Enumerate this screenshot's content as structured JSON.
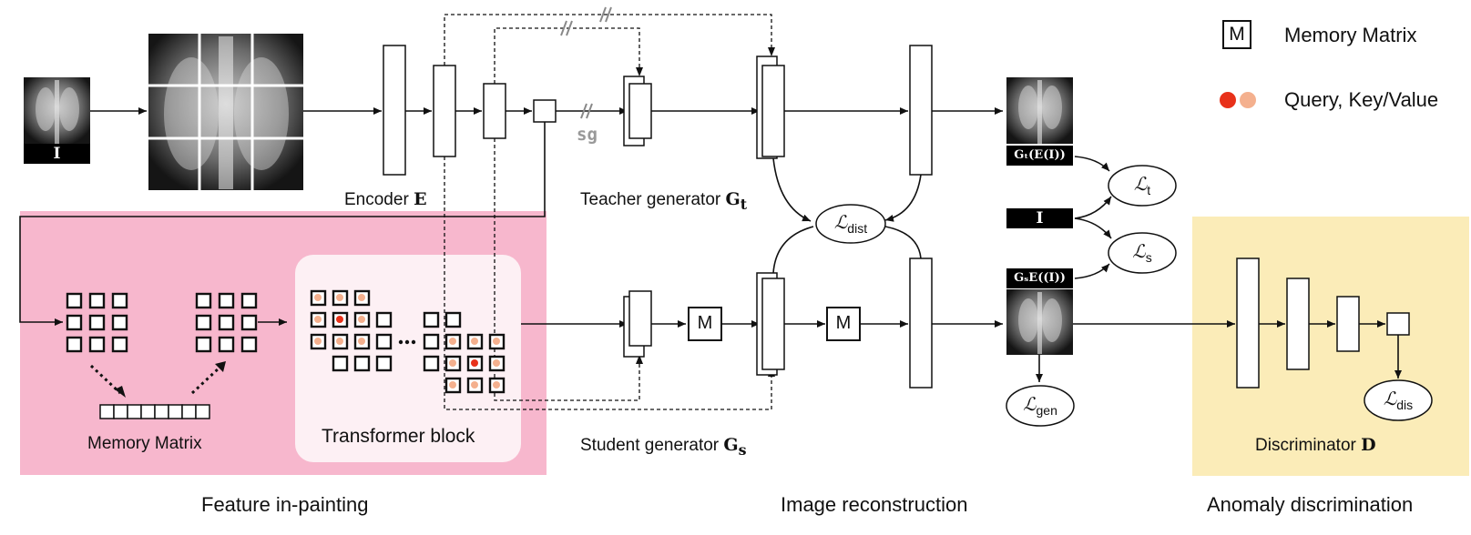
{
  "legend": {
    "memory_box": "M",
    "memory_label": "Memory Matrix",
    "query_key_label": "Query, Key/Value",
    "query_color": "#e8311a",
    "key_value_color": "#f4b08e"
  },
  "input_image": {
    "label": "I"
  },
  "encoder": {
    "label": "Encoder",
    "symbol": "E"
  },
  "teacher": {
    "label": "Teacher generator",
    "symbol": "G",
    "sub": "t"
  },
  "student": {
    "label": "Student generator",
    "symbol": "G",
    "sub": "s"
  },
  "stop_grad": {
    "label": "sg"
  },
  "memory_m": "M",
  "outputs": {
    "teacher_tag": "Gₜ(E(I))",
    "student_tag": "GₛE((I))",
    "input_tag": "I"
  },
  "losses": {
    "dist": {
      "symbol": "ℒ",
      "sub": "dist"
    },
    "t": {
      "symbol": "ℒ",
      "sub": "t"
    },
    "s": {
      "symbol": "ℒ",
      "sub": "s"
    },
    "gen": {
      "symbol": "ℒ",
      "sub": "gen"
    },
    "dis": {
      "symbol": "ℒ",
      "sub": "dis"
    }
  },
  "inpainting": {
    "memory_matrix_label": "Memory Matrix",
    "transformer_label": "Transformer block",
    "ellipsis": "……"
  },
  "discriminator": {
    "label": "Discriminator",
    "symbol": "D"
  },
  "sections": {
    "feature": "Feature in-painting",
    "reconstruction": "Image reconstruction",
    "anomaly": "Anomaly discrimination"
  },
  "colors": {
    "inpainting_bg": "#f7b7cd",
    "transformer_bg": "#fdf0f4",
    "discriminator_bg": "#fbecb8"
  }
}
